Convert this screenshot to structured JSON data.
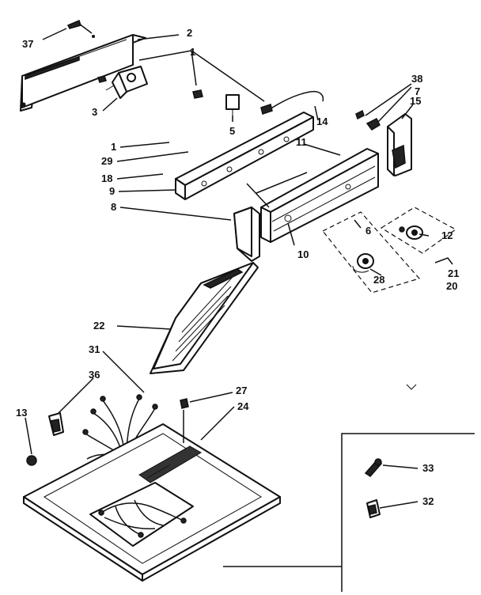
{
  "callouts": {
    "c37": "37",
    "c2": "2",
    "c1a": "1",
    "c3": "3",
    "c5": "5",
    "c14": "14",
    "c38": "38",
    "c7": "7",
    "c15": "15",
    "c11": "11",
    "c1b": "1",
    "c29": "29",
    "c18": "18",
    "c9": "9",
    "c8": "8",
    "c6": "6",
    "c12": "12",
    "c10": "10",
    "c21": "21",
    "c28": "28",
    "c20": "20",
    "c22": "22",
    "c31": "31",
    "c36": "36",
    "c27": "27",
    "c13": "13",
    "c24": "24",
    "c33": "33",
    "c32": "32"
  }
}
